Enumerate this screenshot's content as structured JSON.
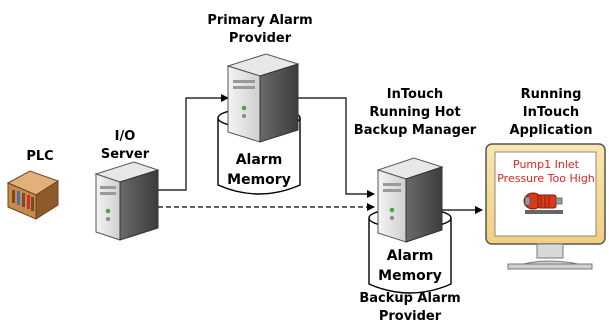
{
  "labels": {
    "plc": "PLC",
    "io_server": [
      "I/O",
      "Server"
    ],
    "primary_provider": [
      "Primary Alarm",
      "Provider"
    ],
    "hot_backup": [
      "InTouch",
      "Running Hot",
      "Backup Manager"
    ],
    "running_app": [
      "Running",
      "InTouch",
      "Application"
    ],
    "backup_provider": [
      "Backup Alarm",
      "Provider"
    ]
  },
  "primary_memory": [
    "Alarm",
    "Memory"
  ],
  "backup_memory": [
    "Alarm",
    "Memory"
  ],
  "alarm_message": [
    "Pump1 Inlet",
    "Pressure Too High"
  ],
  "icons": {
    "plc": "plc-rack-icon",
    "server": "tower-server-icon",
    "monitor": "monitor-icon",
    "pump": "pump-icon"
  },
  "colors": {
    "monitor_bezel": "#f6dc9a",
    "alarm_text": "#e02020",
    "pump": "#d93a1c",
    "plc_body": "#b8814a"
  }
}
